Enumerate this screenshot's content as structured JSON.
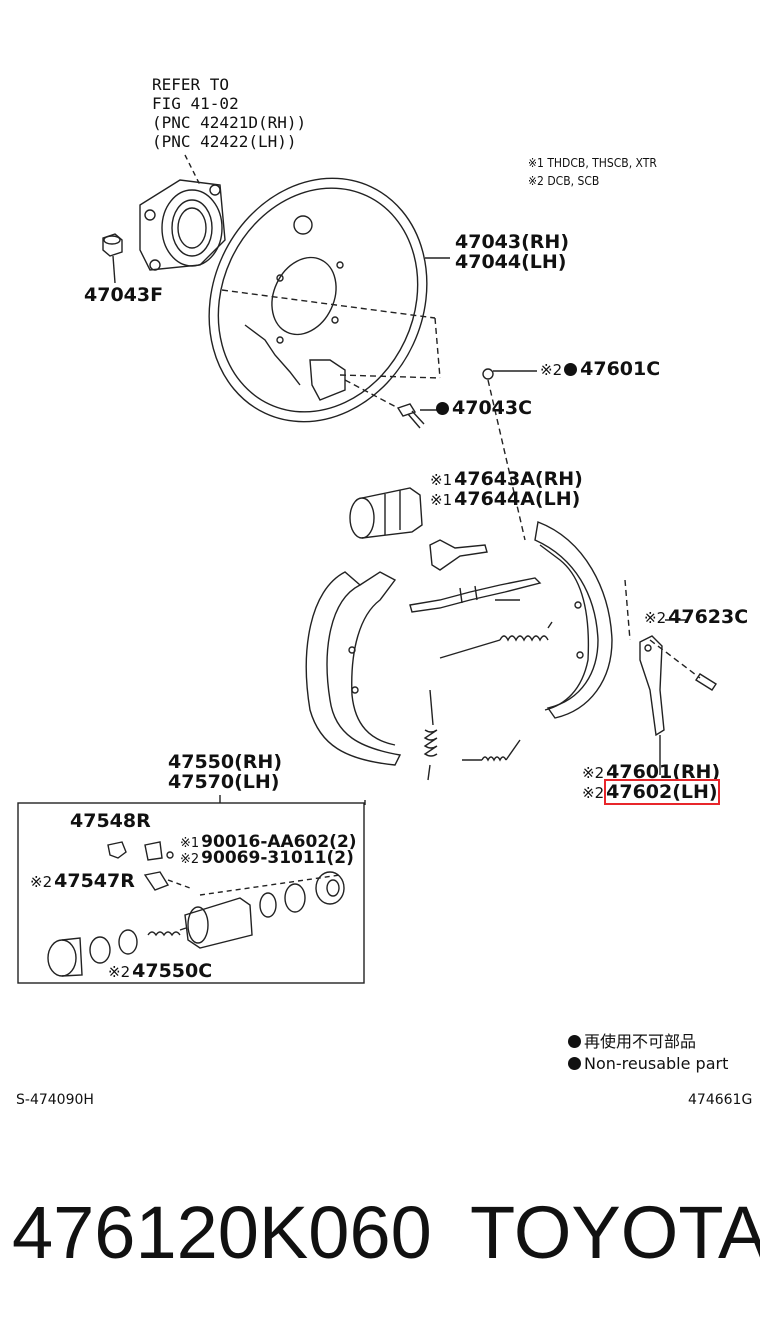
{
  "refer": {
    "line1": "REFER TO",
    "line2": "FIG 41-02",
    "line3": "(PNC 42421D(RH))",
    "line4": "(PNC 42422(LH))"
  },
  "notes": {
    "n1": "※1 THDCB, THSCB, XTR",
    "n2": "※2 DCB, SCB"
  },
  "parts": {
    "p47043rh": "47043(RH)",
    "p47044lh": "47044(LH)",
    "p47043f": "47043F",
    "p47601c_mark": "※2",
    "p47601c": "47601C",
    "p47043c": "47043C",
    "p47643a_mark": "※1",
    "p47643a": "47643A(RH)",
    "p47644a_mark": "※1",
    "p47644a": "47644A(LH)",
    "p47623c_mark": "※2",
    "p47623c": "47623C",
    "p47601rh_mark": "※2",
    "p47601rh": "47601(RH)",
    "p47602lh_mark": "※2",
    "p47602lh": "47602(LH)",
    "p47550rh": "47550(RH)",
    "p47570lh": "47570(LH)",
    "p47548r": "47548R",
    "p90016_mark": "※1",
    "p90016": "90016-AA602(2)",
    "p90069_mark": "※2",
    "p90069": "90069-31011(2)",
    "p47547r_mark": "※2",
    "p47547r": "47547R",
    "p47550c_mark": "※2",
    "p47550c": "47550C"
  },
  "legend": {
    "jp": "再使用不可部品",
    "en": "Non-reusable part"
  },
  "footer": {
    "left_code": "S-474090H",
    "right_code": "474661G"
  },
  "caption": {
    "part_number": "476120K060",
    "brand": "TOYOTA"
  },
  "colors": {
    "line": "#222222",
    "highlight": "#e8262b"
  }
}
